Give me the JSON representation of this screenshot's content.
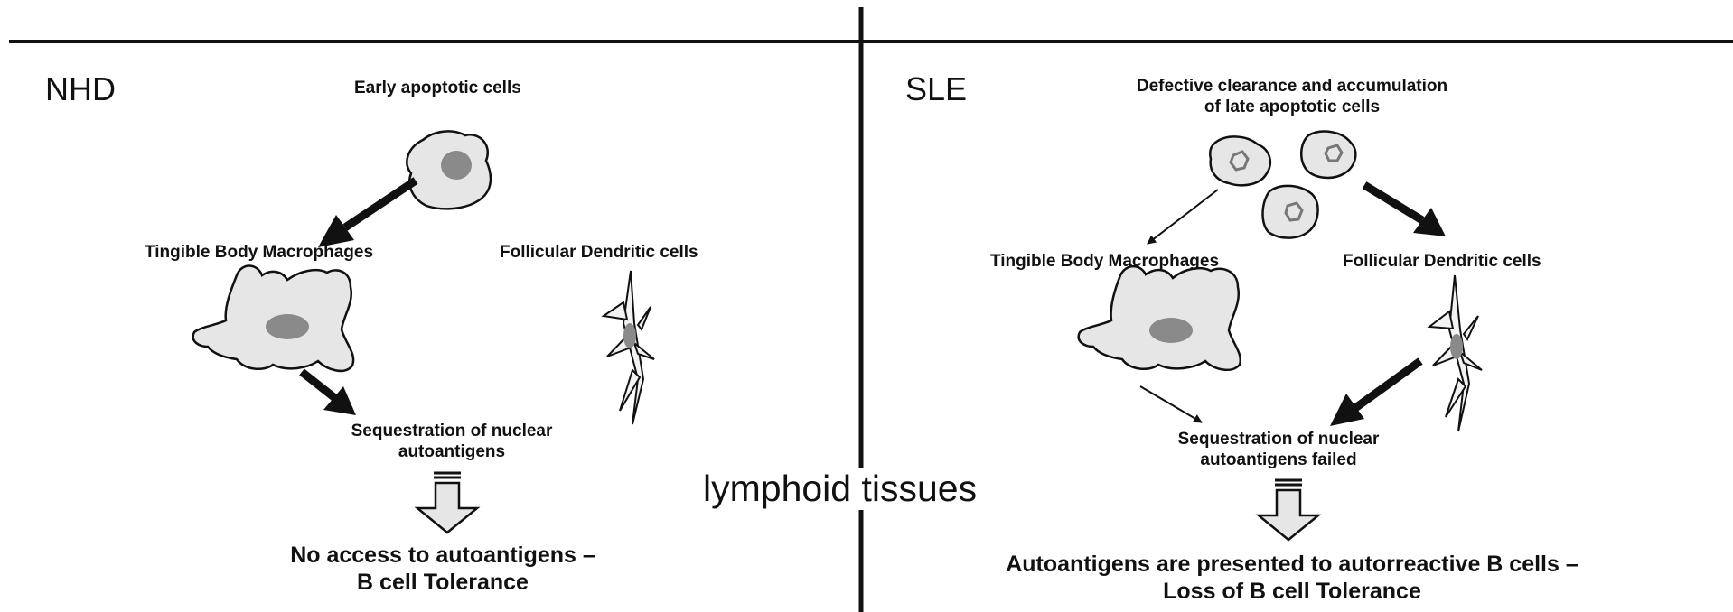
{
  "left": {
    "header": "NHD",
    "top_label": "Early apoptotic cells",
    "macrophage_label": "Tingible Body Macrophages",
    "fdc_label": "Follicular Dendritic cells",
    "sequestration_label": [
      "Sequestration of nuclear",
      "autoantigens"
    ],
    "outcome": [
      "No access to autoantigens –",
      "B cell Tolerance"
    ]
  },
  "right": {
    "header": "SLE",
    "top_label": [
      "Defective clearance and accumulation",
      "of late apoptotic cells"
    ],
    "macrophage_label": "Tingible Body Macrophages",
    "fdc_label": "Follicular Dendritic cells",
    "sequestration_label": [
      "Sequestration of nuclear",
      "autoantigens failed"
    ],
    "outcome": [
      "Autoantigens are presented to autorreactive B cells –",
      "Loss of B cell Tolerance"
    ]
  },
  "center_label": "lymphoid tissues",
  "colors": {
    "cell_fill": "#e6e6e6",
    "nucleus": "#8a8a8a",
    "line": "#111111"
  }
}
